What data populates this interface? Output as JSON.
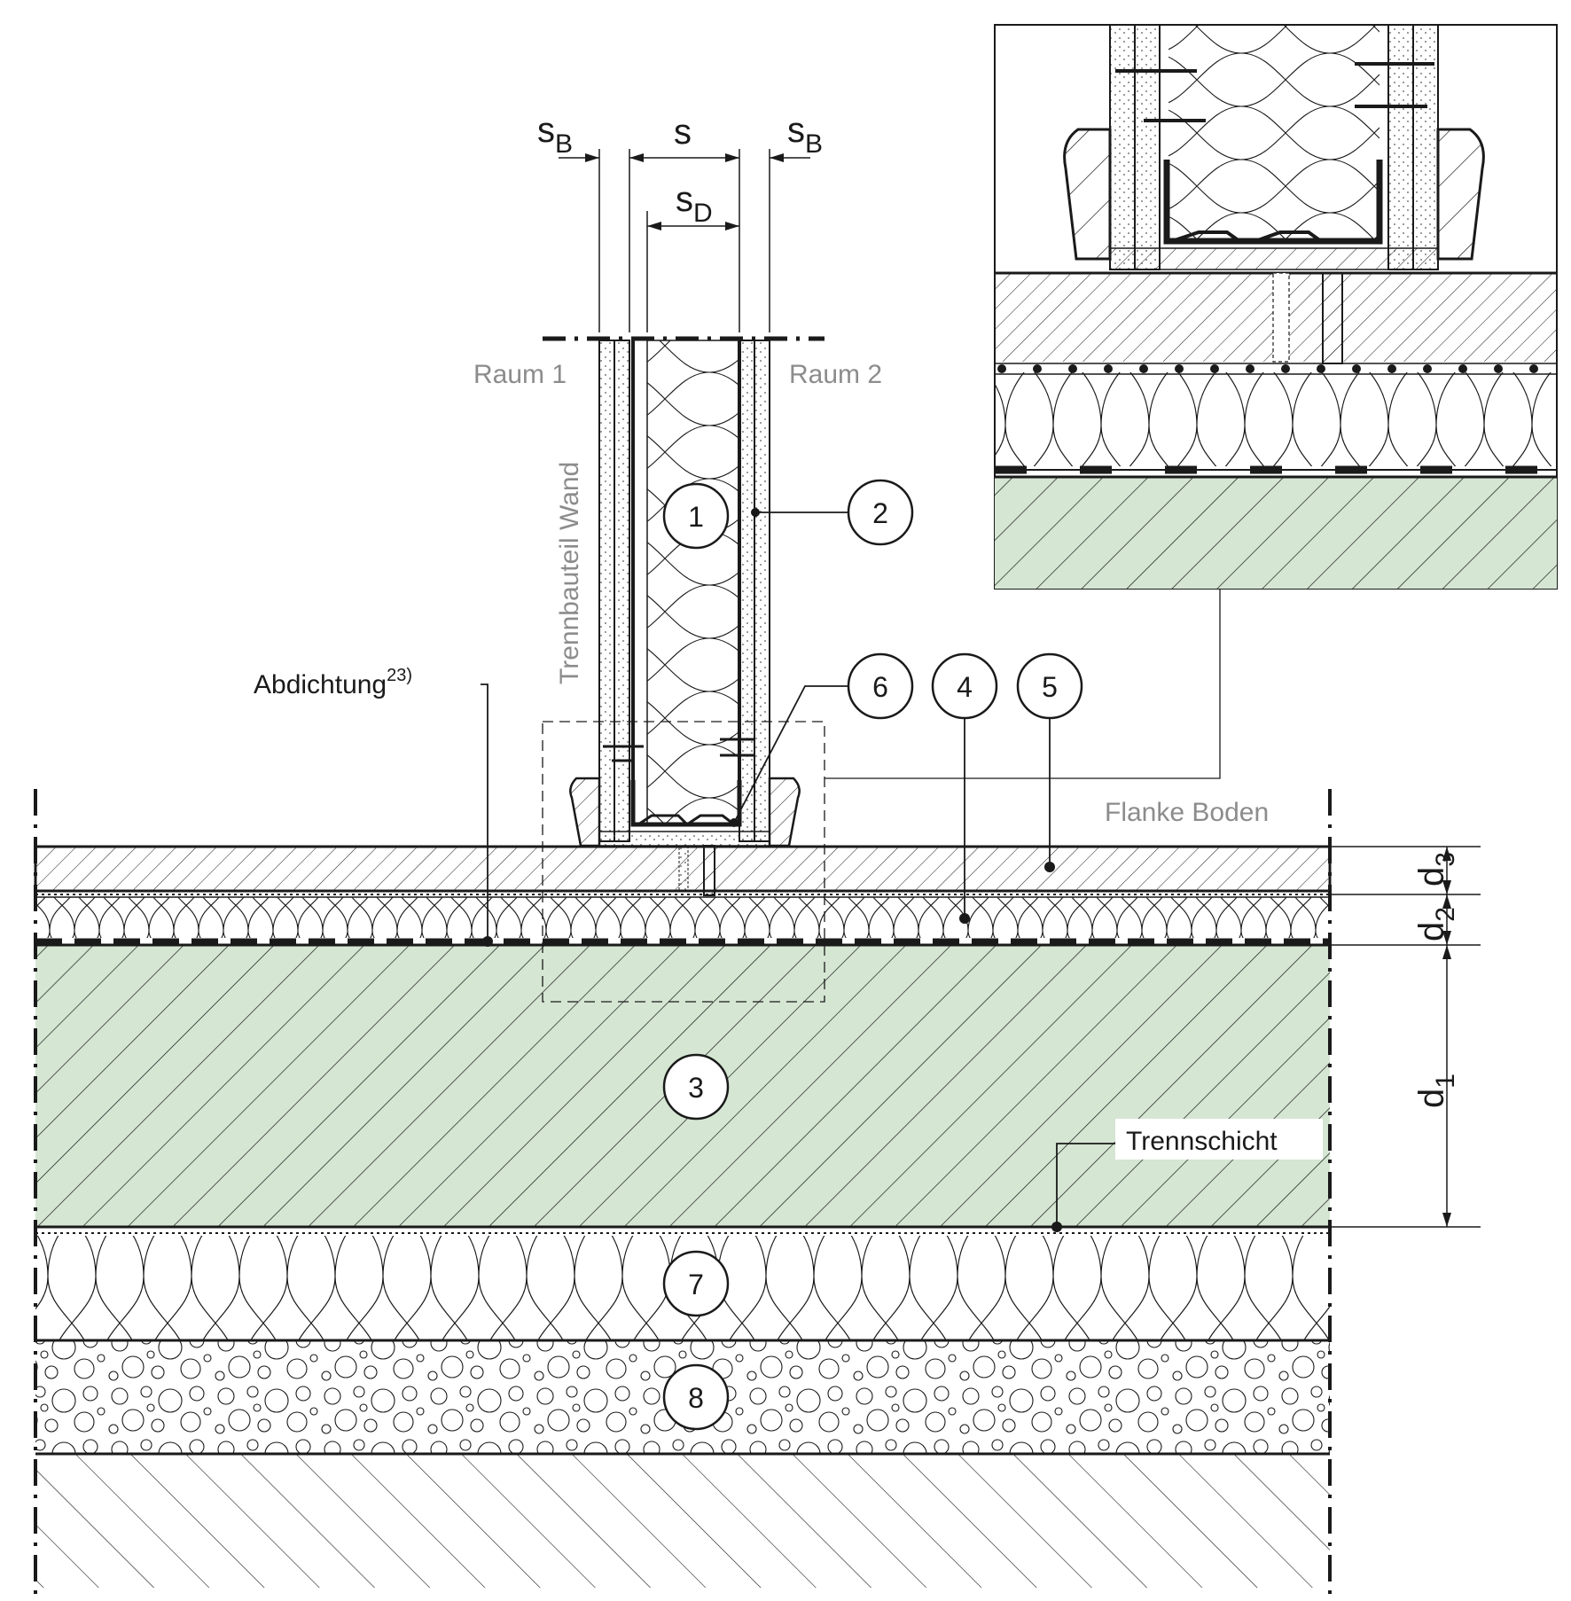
{
  "dimensions": {
    "s": "s",
    "sB": "s",
    "sB_sub": "B",
    "sD": "s",
    "sD_sub": "D",
    "d": "d",
    "d1_sub": "1",
    "d2_sub": "2",
    "d3_sub": "3"
  },
  "labels": {
    "raum1": "Raum 1",
    "raum2": "Raum 2",
    "trennbauteil": "Trennbauteil Wand",
    "abdichtung": "Abdichtung",
    "abdichtung_sup": "23)",
    "flanke": "Flanke Boden",
    "trennschicht": "Trennschicht"
  },
  "callouts": {
    "c1": "1",
    "c2": "2",
    "c3": "3",
    "c4": "4",
    "c5": "5",
    "c6": "6",
    "c7": "7",
    "c8": "8"
  },
  "colors": {
    "concrete": "#d5e6d3",
    "line": "#1a1a1a",
    "gray_text": "#8c8c8c"
  }
}
